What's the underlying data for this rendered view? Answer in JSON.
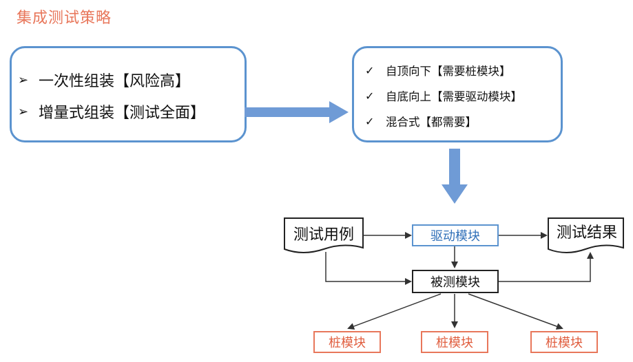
{
  "title": "集成测试策略",
  "left_box": {
    "bullet": "➢",
    "items": [
      "一次性组装【风险高】",
      "增量式组装【测试全面】"
    ]
  },
  "right_box": {
    "check": "✓",
    "items": [
      "自顶向下【需要桩模块】",
      "自底向上【需要驱动模块】",
      "混合式【都需要】"
    ]
  },
  "flow": {
    "test_cases": "测试用例",
    "driver": "驱动模块",
    "test_results": "测试结果",
    "under_test": "被测模块",
    "stubs": [
      "桩模块",
      "桩模块",
      "桩模块"
    ]
  },
  "colors": {
    "title": "#e8765a",
    "box_border": "#5b93cf",
    "big_arrow": "#6f9bd6",
    "driver": "#5b93cf",
    "stub": "#e8765a"
  }
}
